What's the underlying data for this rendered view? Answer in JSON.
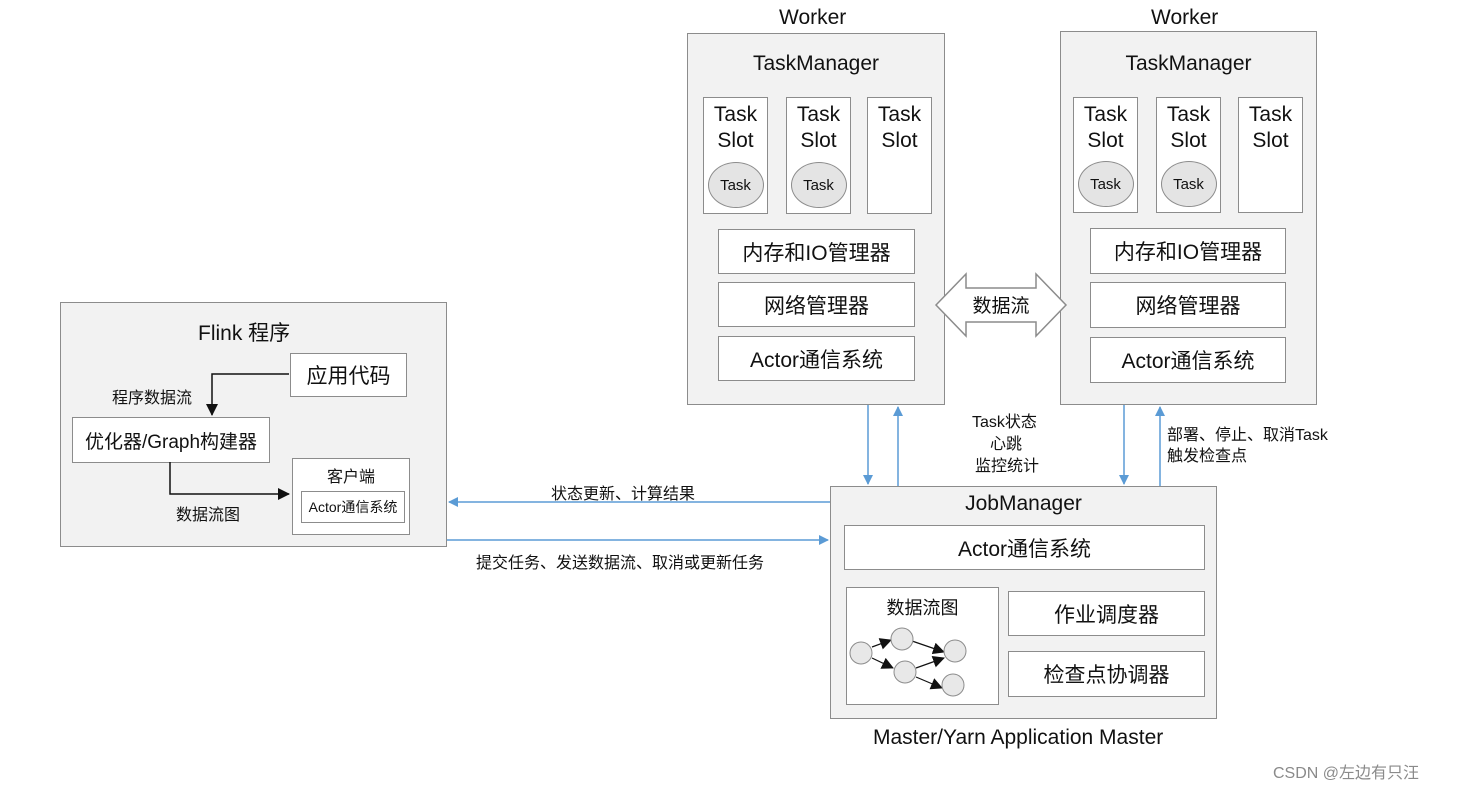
{
  "workers": [
    {
      "title": "Worker",
      "taskmanager": "TaskManager",
      "slots": [
        {
          "label_line1": "Task",
          "label_line2": "Slot",
          "task": "Task"
        },
        {
          "label_line1": "Task",
          "label_line2": "Slot",
          "task": "Task"
        },
        {
          "label_line1": "Task",
          "label_line2": "Slot",
          "task": ""
        }
      ],
      "memory_io": "内存和IO管理器",
      "network": "网络管理器",
      "actor": "Actor通信系统"
    },
    {
      "title": "Worker",
      "taskmanager": "TaskManager",
      "slots": [
        {
          "label_line1": "Task",
          "label_line2": "Slot",
          "task": "Task"
        },
        {
          "label_line1": "Task",
          "label_line2": "Slot",
          "task": "Task"
        },
        {
          "label_line1": "Task",
          "label_line2": "Slot",
          "task": ""
        }
      ],
      "memory_io": "内存和IO管理器",
      "network": "网络管理器",
      "actor": "Actor通信系统"
    }
  ],
  "data_stream_arrow": "数据流",
  "flink_program": {
    "title": "Flink 程序",
    "app_code": "应用代码",
    "program_dataflow": "程序数据流",
    "optimizer": "优化器/Graph构建器",
    "dataflow_graph": "数据流图",
    "client": "客户端",
    "client_actor": "Actor通信系统"
  },
  "middle_labels": {
    "line1": "Task状态",
    "line2": "心跳",
    "line3": "监控统计"
  },
  "right_labels": {
    "line1": "部署、停止、取消Task",
    "line2": "触发检查点"
  },
  "status_update": "状态更新、计算结果",
  "submit_task": "提交任务、发送数据流、取消或更新任务",
  "jobmanager": {
    "title": "JobManager",
    "actor": "Actor通信系统",
    "dataflow_graph": "数据流图",
    "scheduler": "作业调度器",
    "checkpoint": "检查点协调器"
  },
  "master_label": "Master/Yarn Application Master",
  "watermark": "CSDN @左边有只汪",
  "colors": {
    "arrow_blue": "#5b9bd5",
    "panel_bg": "#f2f2f2",
    "border": "#8c8c8c"
  }
}
